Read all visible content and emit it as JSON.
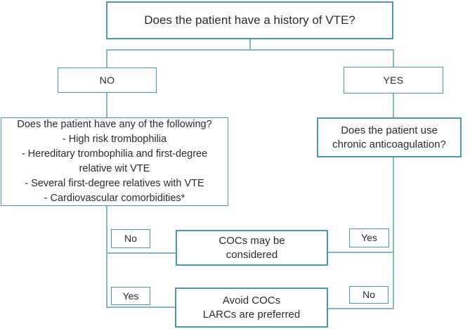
{
  "flowchart": {
    "colors": {
      "border": "#4e97a9",
      "line": "#85b4c2",
      "text": "#2b2b2b"
    },
    "root": {
      "question": "Does the patient have a history of VTE?"
    },
    "branch_no": {
      "label": "NO"
    },
    "branch_yes": {
      "label": "YES"
    },
    "left_question": {
      "lines": [
        "Does the patient have any of the following?",
        "- High risk trombophilia",
        "- Hereditary trombophilia and first-degree",
        "relative wit VTE",
        "- Several first-degree relatives with VTE",
        "- Cardiovascular comorbidities*"
      ]
    },
    "right_question": {
      "lines": [
        "Does the patient use",
        "chronic anticoagulation?"
      ]
    },
    "row1": {
      "left_answer": "No",
      "right_answer": "Yes",
      "outcome_lines": [
        "COCs may be",
        "considered"
      ]
    },
    "row2": {
      "left_answer": "Yes",
      "right_answer": "No",
      "outcome_lines": [
        "Avoid COCs",
        "LARCs are preferred"
      ]
    }
  }
}
